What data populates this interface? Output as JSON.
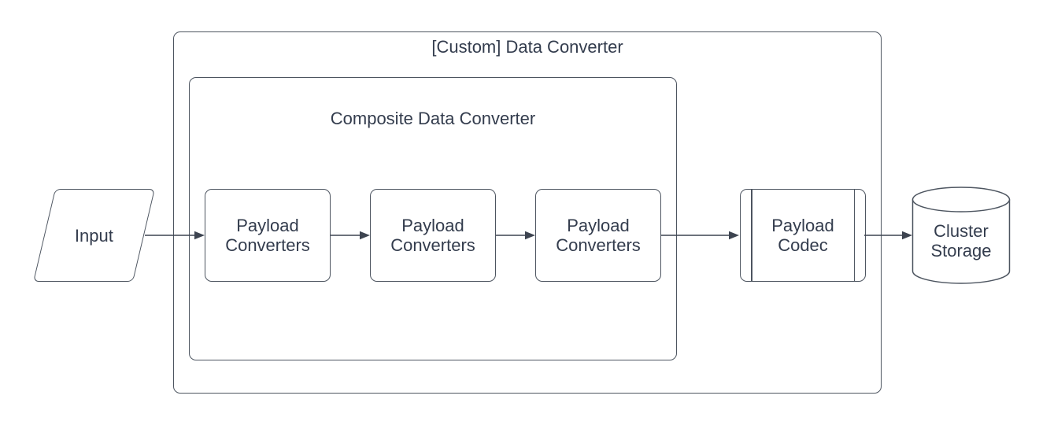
{
  "diagram": {
    "background": "#ffffff",
    "colors": {
      "shape_stroke": "#4d5560",
      "arrow": "#3d4450",
      "text": "#333c4d"
    },
    "outer_container": {
      "label": "[Custom] Data Converter"
    },
    "inner_container": {
      "label": "Composite Data Converter"
    },
    "input_node": {
      "label": "Input",
      "shape": "parallelogram"
    },
    "payload_converters": [
      {
        "label": "Payload Converters"
      },
      {
        "label": "Payload Converters"
      },
      {
        "label": "Payload Converters"
      }
    ],
    "payload_codec": {
      "label": "Payload Codec",
      "shape": "predefined-process"
    },
    "cluster_storage": {
      "label": "Cluster Storage",
      "shape": "cylinder"
    },
    "edges": [
      {
        "from": "input",
        "to": "payload-converters-1"
      },
      {
        "from": "payload-converters-1",
        "to": "payload-converters-2"
      },
      {
        "from": "payload-converters-2",
        "to": "payload-converters-3"
      },
      {
        "from": "payload-converters-3",
        "to": "payload-codec"
      },
      {
        "from": "payload-codec",
        "to": "cluster-storage"
      }
    ]
  }
}
